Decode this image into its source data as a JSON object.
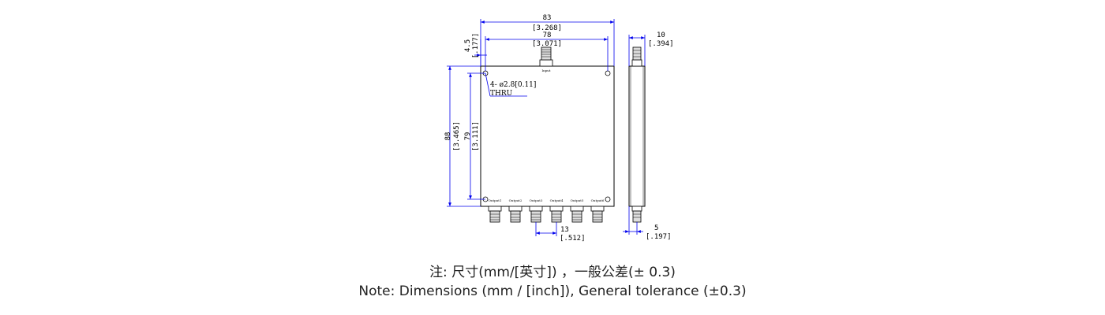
{
  "dimensions": {
    "width_total": "83",
    "width_total_inch": "[3.268]",
    "hole_spacing_x": "78",
    "hole_spacing_x_inch": "[3.071]",
    "top_margin": "4.5",
    "top_margin_inch": "[.177]",
    "height_total": "88",
    "height_total_inch": "[3.465]",
    "hole_spacing_y": "79",
    "hole_spacing_y_inch": "[3.111]",
    "depth": "10",
    "depth_inch": "[.394]",
    "connector_pitch": "13",
    "connector_pitch_inch": "[.512]",
    "connector_offset": "5",
    "connector_offset_inch": "[.197]"
  },
  "hole_note": {
    "line1": "4- ø2.8[0.11]",
    "line2": "THRU"
  },
  "input_label": "Input",
  "outputs": [
    "Output1",
    "Output2",
    "Output3",
    "Output4",
    "Output5",
    "Output6"
  ],
  "caption": {
    "cn": "注: 尺寸(mm/[英寸]) ，一般公差(± 0.3)",
    "en": "Note: Dimensions (mm / [inch]), General tolerance (±0.3)"
  },
  "colors": {
    "dimension_line": "#0000ee",
    "outline": "#000000"
  }
}
